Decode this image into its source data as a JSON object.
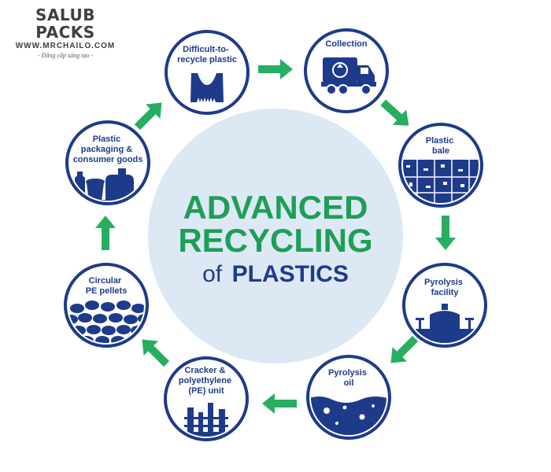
{
  "brand": {
    "name": "SALUB PACKS",
    "url": "WWW.MRCHAILO.COM",
    "tagline": "- Đẳng cấp sáng tạo -"
  },
  "center": {
    "line1": "ADVANCED",
    "line2": "RECYCLING",
    "line3_prefix": "of",
    "line3_word": "PLASTICS"
  },
  "steps": [
    {
      "label_lines": [
        "Difficult-to-",
        "recycle plastic"
      ],
      "icon": "plastic-bag-icon"
    },
    {
      "label_lines": [
        "Collection"
      ],
      "icon": "garbage-truck-icon"
    },
    {
      "label_lines": [
        "Plastic",
        "bale"
      ],
      "icon": "plastic-bale-icon"
    },
    {
      "label_lines": [
        "Pyrolysis",
        "facility"
      ],
      "icon": "pyrolysis-tank-icon"
    },
    {
      "label_lines": [
        "Pyrolysis",
        "oil"
      ],
      "icon": "oil-liquid-icon"
    },
    {
      "label_lines": [
        "Cracker &",
        "polyethylene",
        "(PE) unit"
      ],
      "icon": "cracker-unit-icon"
    },
    {
      "label_lines": [
        "Circular",
        "PE pellets"
      ],
      "icon": "pellets-icon"
    },
    {
      "label_lines": [
        "Plastic",
        "packaging &",
        "consumer goods"
      ],
      "icon": "bottles-icon"
    }
  ],
  "colors": {
    "navy": "#1e3a8a",
    "green": "#1e9e57",
    "arrow_green": "#27ae60",
    "center_fill": "#dde8f5"
  }
}
